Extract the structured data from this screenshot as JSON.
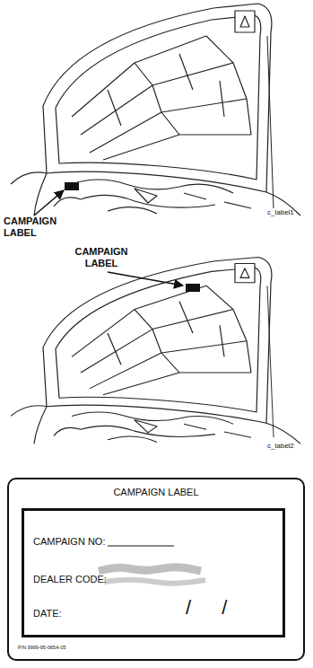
{
  "diagram": {
    "nodes": [
      {
        "text": [
          "CAMPAIGN LABEL",
          "P/N 9999-95-065A-05"
        ]
      },
      {
        "text": [
          "CAMPAIGN NO:",
          "DEALER CODE:",
          "DATE:",
          "/ /"
        ],
        "in": 0
      }
    ],
    "labels": [
      "CAMPAIGN LABEL",
      "c_label1",
      "CAMPAIGN LABEL",
      "c_label2"
    ]
  }
}
